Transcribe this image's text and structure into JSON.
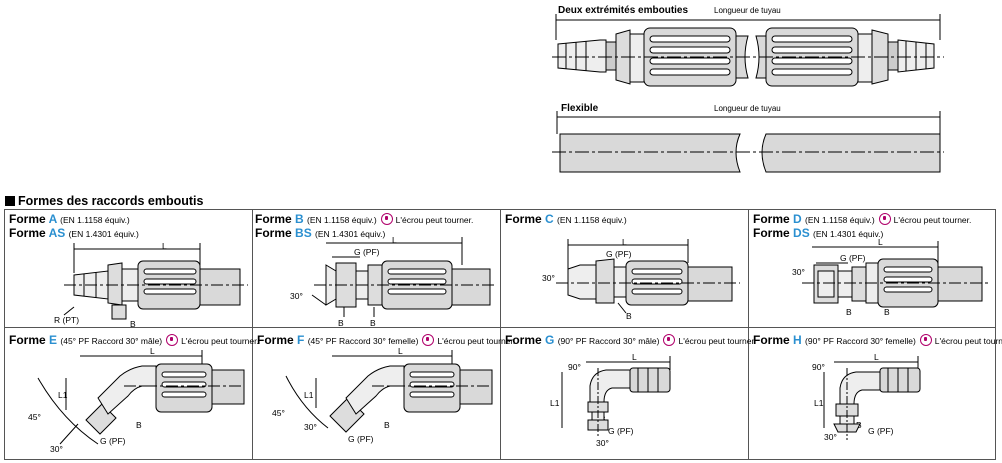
{
  "top": {
    "both_ends_title": "Deux extrémités embouties",
    "flexible_title": "Flexible",
    "hose_length_label": "Longueur de tuyau"
  },
  "section_title": "Formes des raccords emboutis",
  "labels": {
    "forme": "Forme",
    "rotate_note": "L'écrou peut tourner.",
    "L": "L",
    "L1": "L1",
    "B": "B",
    "R_PT": "R (PT)",
    "G_PF": "G (PF)",
    "angle_30": "30°",
    "angle_45": "45°",
    "angle_90": "90°"
  },
  "forms": {
    "A": {
      "letter": "A",
      "spec": "(EN 1.1158 équiv.)"
    },
    "AS": {
      "letter": "AS",
      "spec": "(EN 1.4301 équiv.)"
    },
    "B": {
      "letter": "B",
      "spec": "(EN 1.1158 équiv.)"
    },
    "BS": {
      "letter": "BS",
      "spec": "(EN 1.4301 équiv.)"
    },
    "C": {
      "letter": "C",
      "spec": "(EN 1.1158 équiv.)"
    },
    "D": {
      "letter": "D",
      "spec": "(EN 1.1158 équiv.)"
    },
    "DS": {
      "letter": "DS",
      "spec": "(EN 1.4301 équiv.)"
    },
    "E": {
      "letter": "E",
      "spec": "(45° PF Raccord 30° mâle)"
    },
    "F": {
      "letter": "F",
      "spec": "(45° PF Raccord 30° femelle)"
    },
    "G": {
      "letter": "G",
      "spec": "(90° PF Raccord 30° mâle)"
    },
    "H": {
      "letter": "H",
      "spec": "(90° PF Raccord 30° femelle)"
    }
  },
  "colors": {
    "accent_blue": "#2a8fd0",
    "rotate_icon": "#b0006b",
    "hose_fill": "#d9d9d9"
  }
}
